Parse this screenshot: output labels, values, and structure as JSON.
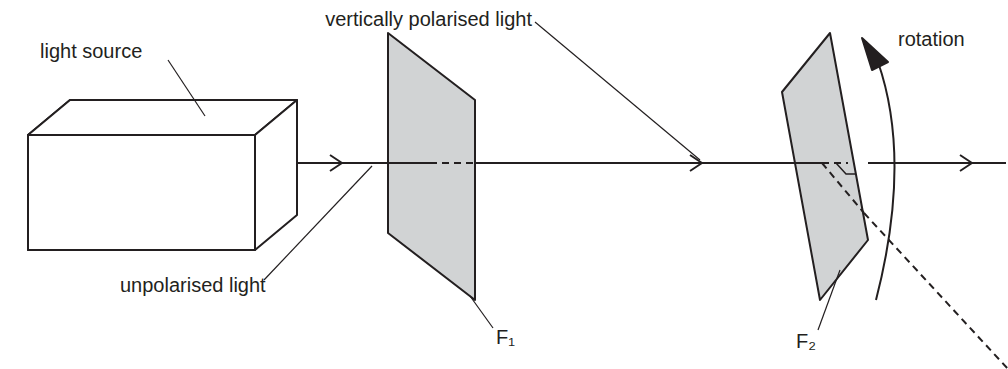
{
  "diagram": {
    "labels": [
      "light source",
      "vertically polarised light",
      "rotation",
      "unpolarised light",
      "F₁",
      "F₂"
    ]
  }
}
